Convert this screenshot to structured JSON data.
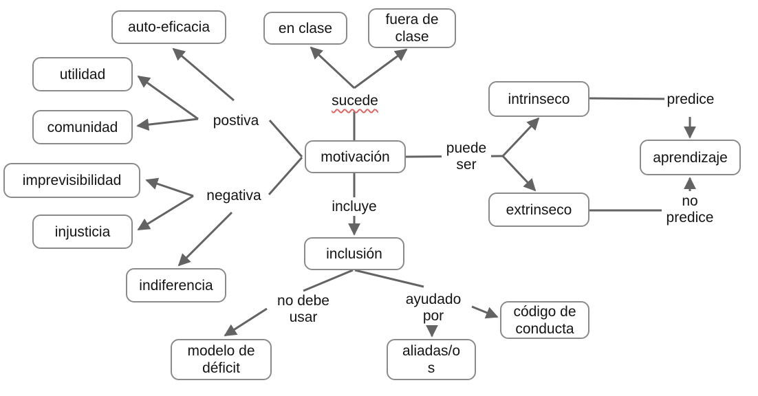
{
  "diagram": {
    "central_concept": "motivación",
    "nodes": {
      "motivacion": {
        "label": "motivación"
      },
      "en_clase": {
        "label": "en clase"
      },
      "fuera_de_clase": {
        "label": "fuera de clase"
      },
      "auto_eficacia": {
        "label": "auto-eficacia"
      },
      "utilidad": {
        "label": "utilidad"
      },
      "comunidad": {
        "label": "comunidad"
      },
      "imprevisibilidad": {
        "label": "imprevisibilidad"
      },
      "injusticia": {
        "label": "injusticia"
      },
      "indiferencia": {
        "label": "indiferencia"
      },
      "inclusion": {
        "label": "inclusión"
      },
      "intrinseco": {
        "label": "intrinseco"
      },
      "extrinseco": {
        "label": "extrinseco"
      },
      "aprendizaje": {
        "label": "aprendizaje"
      },
      "modelo_deficit": {
        "label": "modelo de déficit"
      },
      "aliados": {
        "label": "aliadas/os"
      },
      "codigo_conducta": {
        "label": "código de conducta"
      }
    },
    "link_labels": {
      "sucede": {
        "label": "sucede",
        "spellcheck_underline": true
      },
      "postiva": {
        "label": "postiva"
      },
      "negativa": {
        "label": "negativa"
      },
      "incluye": {
        "label": "incluye"
      },
      "puede_ser": {
        "label": "puede ser"
      },
      "predice": {
        "label": "predice"
      },
      "no_predice": {
        "label": "no predice"
      },
      "no_debe_usar": {
        "label": "no debe usar"
      },
      "ayudado_por": {
        "label": "ayudado por"
      }
    },
    "edges": [
      {
        "from": "motivación",
        "label": "sucede",
        "to": "en clase"
      },
      {
        "from": "motivación",
        "label": "sucede",
        "to": "fuera de clase"
      },
      {
        "from": "motivación",
        "label": "postiva",
        "to": "auto-eficacia"
      },
      {
        "from": "motivación",
        "label": "postiva",
        "to": "utilidad"
      },
      {
        "from": "motivación",
        "label": "postiva",
        "to": "comunidad"
      },
      {
        "from": "motivación",
        "label": "negativa",
        "to": "imprevisibilidad"
      },
      {
        "from": "motivación",
        "label": "negativa",
        "to": "injusticia"
      },
      {
        "from": "motivación",
        "label": "negativa",
        "to": "indiferencia"
      },
      {
        "from": "motivación",
        "label": "incluye",
        "to": "inclusión"
      },
      {
        "from": "motivación",
        "label": "puede ser",
        "to": "intrinseco"
      },
      {
        "from": "motivación",
        "label": "puede ser",
        "to": "extrinseco"
      },
      {
        "from": "intrinseco",
        "label": "predice",
        "to": "aprendizaje"
      },
      {
        "from": "extrinseco",
        "label": "no predice",
        "to": "aprendizaje"
      },
      {
        "from": "inclusión",
        "label": "no debe usar",
        "to": "modelo de déficit"
      },
      {
        "from": "inclusión",
        "label": "ayudado por",
        "to": "aliadas/os"
      },
      {
        "from": "inclusión",
        "label": "ayudado por",
        "to": "código de conducta"
      }
    ],
    "colors": {
      "background": "#ffffff",
      "node_fill": "#ffffff",
      "node_border": "#8a8a8a",
      "edge": "#636363",
      "text": "#141414",
      "spellcheck_squiggle": "#e06666"
    }
  }
}
